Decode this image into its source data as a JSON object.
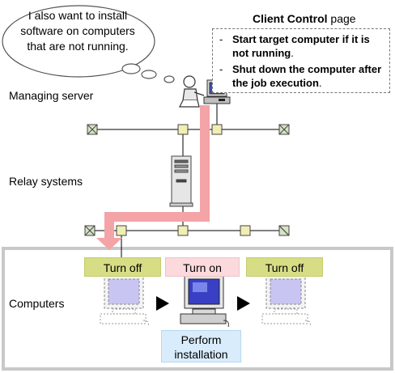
{
  "bubble": {
    "text": "I also want to install software on computers that are not running."
  },
  "client_control": {
    "title_bold": "Client Control",
    "title_rest": " page",
    "items": [
      {
        "dash": "-",
        "bold": "Start target computer if it is not running",
        "tail": "."
      },
      {
        "dash": "-",
        "bold": "Shut down the computer after the job execution",
        "tail": "."
      }
    ]
  },
  "labels": {
    "managing_server": "Managing server",
    "relay_systems": "Relay systems",
    "computers": "Computers"
  },
  "computers": {
    "left_status": "Turn off",
    "middle_status": "Turn on",
    "right_status": "Turn off",
    "middle_action": "Perform installation"
  },
  "colors": {
    "flow_arrow": "#f4a3a6",
    "status_off": "#d6dd85",
    "status_on": "#fbd9dc",
    "action": "#d8ecfb",
    "frame": "#c8c8c8"
  }
}
